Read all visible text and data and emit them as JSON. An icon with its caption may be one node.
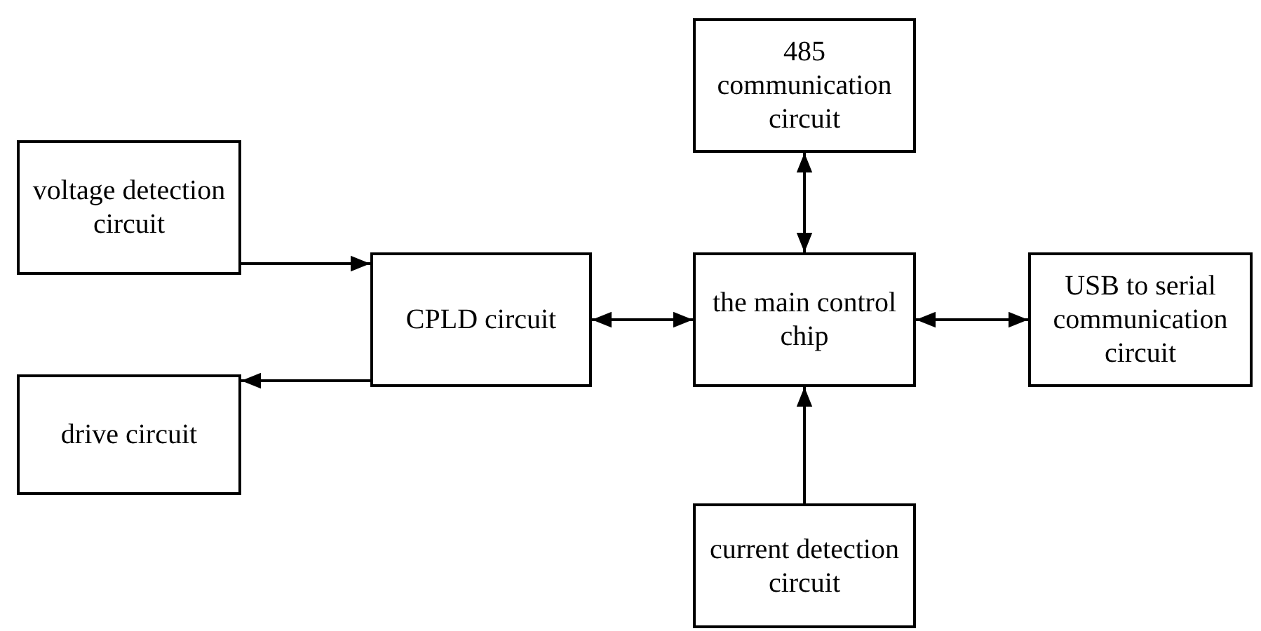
{
  "diagram": {
    "nodes": [
      {
        "text": [
          "voltage detection circuit"
        ]
      },
      {
        "text": [
          "drive circuit"
        ]
      },
      {
        "text": [
          "CPLD circuit"
        ]
      },
      {
        "text": [
          "485 communication circuit"
        ]
      },
      {
        "text": [
          "the main control chip"
        ]
      },
      {
        "text": [
          "USB to serial communication circuit"
        ]
      },
      {
        "text": [
          "current detection circuit"
        ]
      }
    ],
    "edges": [
      {
        "from": 0,
        "to": 2,
        "arrow": "to"
      },
      {
        "from": 2,
        "to": 1,
        "arrow": "to"
      },
      {
        "from": 2,
        "to": 4,
        "arrow": "both"
      },
      {
        "from": 4,
        "to": 3,
        "arrow": "both"
      },
      {
        "from": 4,
        "to": 5,
        "arrow": "both"
      },
      {
        "from": 6,
        "to": 4,
        "arrow": "to"
      }
    ]
  }
}
